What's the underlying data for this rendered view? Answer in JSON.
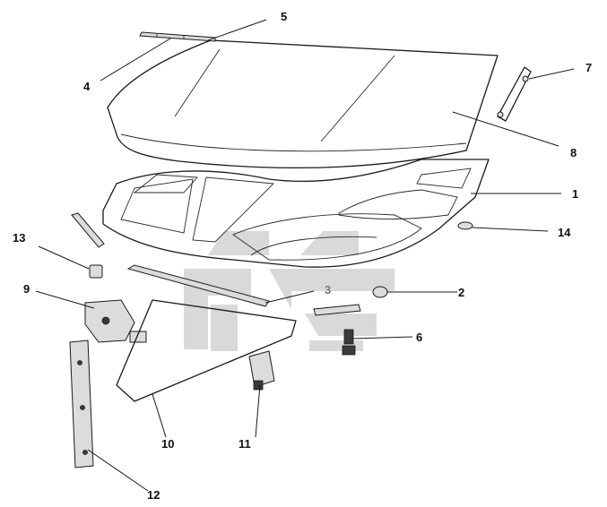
{
  "diagram": {
    "callouts": [
      {
        "id": "1",
        "text": "1"
      },
      {
        "id": "2",
        "text": "2"
      },
      {
        "id": "3",
        "text": "3"
      },
      {
        "id": "4",
        "text": "4"
      },
      {
        "id": "5",
        "text": "5"
      },
      {
        "id": "6",
        "text": "6"
      },
      {
        "id": "7",
        "text": "7"
      },
      {
        "id": "8",
        "text": "8"
      },
      {
        "id": "9",
        "text": "9"
      },
      {
        "id": "10",
        "text": "10"
      },
      {
        "id": "11",
        "text": "11"
      },
      {
        "id": "12",
        "text": "12"
      },
      {
        "id": "13",
        "text": "13"
      },
      {
        "id": "14",
        "text": "14"
      }
    ],
    "colors": {
      "line": "#1a1a1a",
      "watermark": "#b9b9b9",
      "callout_3": "#7a7a7a"
    }
  }
}
